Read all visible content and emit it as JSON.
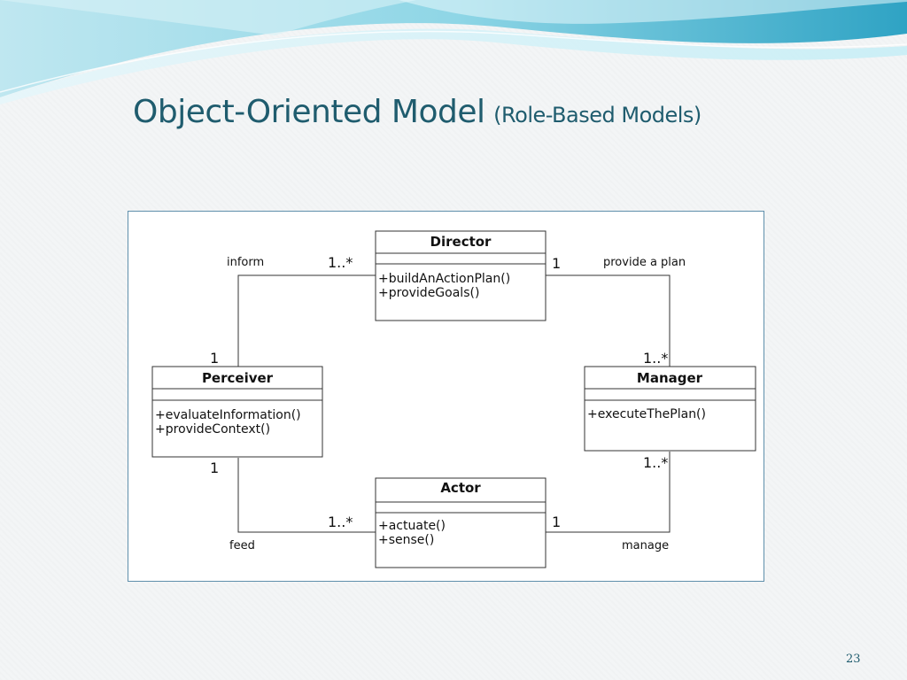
{
  "slide": {
    "title": "Object-Oriented Model",
    "subtitle": "(Role-Based Models)",
    "page_number": "23",
    "colors": {
      "title": "#1f5c6e",
      "frame_border": "#5f8fab",
      "line": "#333333"
    }
  },
  "diagram": {
    "classes": {
      "director": {
        "name": "Director",
        "operations": [
          "+buildAnActionPlan()",
          "+provideGoals()"
        ]
      },
      "perceiver": {
        "name": "Perceiver",
        "operations": [
          "+evaluateInformation()",
          "+provideContext()"
        ]
      },
      "manager": {
        "name": "Manager",
        "operations": [
          "+executeThePlan()"
        ]
      },
      "actor": {
        "name": "Actor",
        "operations": [
          "+actuate()",
          "+sense()"
        ]
      }
    },
    "associations": {
      "inform": {
        "label": "inform",
        "from": "perceiver",
        "to": "director",
        "mult_from": "1",
        "mult_to": "1..*"
      },
      "provide_plan": {
        "label": "provide a plan",
        "from": "director",
        "to": "manager",
        "mult_from": "1",
        "mult_to": "1..*"
      },
      "feed": {
        "label": "feed",
        "from": "perceiver",
        "to": "actor",
        "mult_from": "1",
        "mult_to": "1..*"
      },
      "manage": {
        "label": "manage",
        "from": "actor",
        "to": "manager",
        "mult_from": "1",
        "mult_to": "1..*"
      }
    }
  }
}
